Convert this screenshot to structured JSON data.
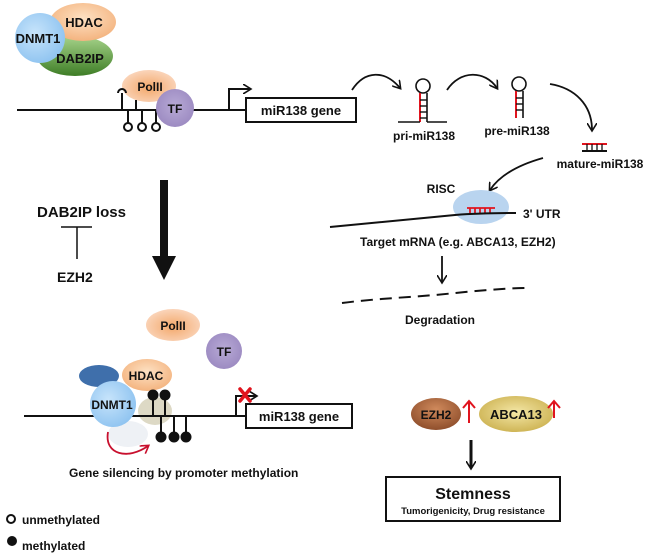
{
  "top_panel": {
    "complex": {
      "dnmt1": "DNMT1",
      "hdac": "HDAC",
      "dab2ip": "DAB2IP"
    },
    "polii": "PolII",
    "tf": "TF",
    "gene_box": "miR138 gene"
  },
  "processing": {
    "pri": "pri-miR138",
    "pre": "pre-miR138",
    "mature": "mature-miR138",
    "risc": "RISC",
    "utr": "3' UTR",
    "target": "Target mRNA (e.g. ABCA13, EZH2)",
    "degradation": "Degradation"
  },
  "inhibition": {
    "top": "DAB2IP loss",
    "bottom": "EZH2"
  },
  "bottom_panel": {
    "polii": "PolII",
    "tf": "TF",
    "hdac": "HDAC",
    "dnmt1": "DNMT1",
    "gene_box": "miR138 gene",
    "caption": "Gene silencing by promoter methylation"
  },
  "outcome": {
    "ezh2": "EZH2",
    "abca13": "ABCA13",
    "stemness_title": "Stemness",
    "stemness_sub": "Tumorigenicity, Drug resistance"
  },
  "legend": {
    "unmethylated": "unmethylated",
    "methylated": "methylated"
  },
  "colors": {
    "dnmt1": "#a9d3f5",
    "hdac": "#f6c594",
    "dab2ip": "#5e9a3e",
    "polii": "#f5b27a",
    "tf": "#ae9fcb",
    "red": "#e0141e",
    "risc": "#b9d4ef",
    "ezh2": "#a8603a",
    "abca13": "#dcc56a"
  }
}
